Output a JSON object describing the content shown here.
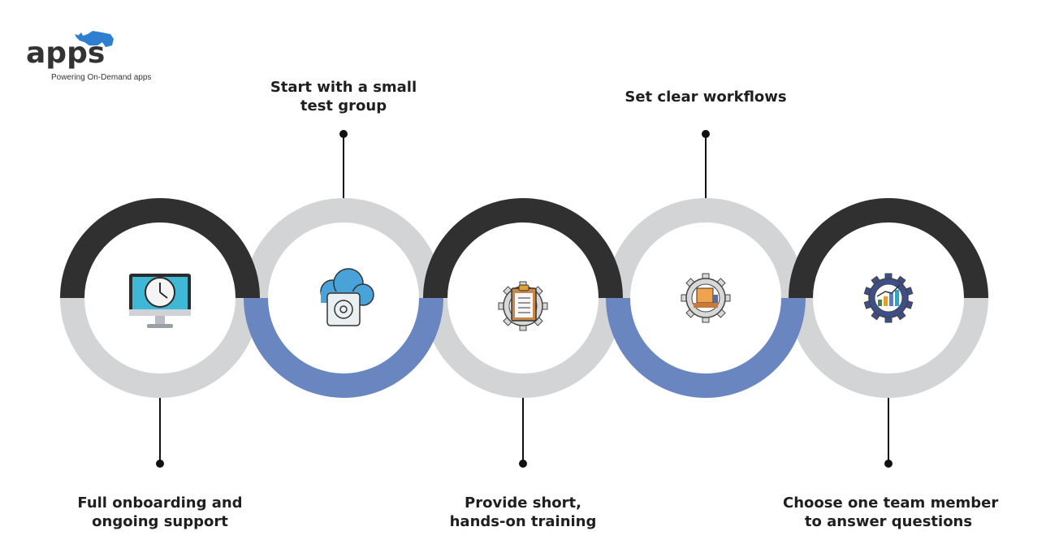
{
  "brand": {
    "name": "apps",
    "tagline": "Powering On-Demand apps",
    "colors": {
      "dark": "#333333",
      "blue": "#2f7fd1"
    }
  },
  "colors": {
    "dark_ring": "#303030",
    "light_ring": "#d3d4d5",
    "blue_ring": "#6a86c1",
    "connector": "#111111",
    "text": "#1f1f1f"
  },
  "steps": [
    {
      "lines": [
        "Full onboarding and",
        "ongoing support"
      ],
      "icon": "computer-clock-icon",
      "label_position": "bottom"
    },
    {
      "lines": [
        "Start with a small",
        "test group"
      ],
      "icon": "cloud-safe-icon",
      "label_position": "top"
    },
    {
      "lines": [
        "Provide short,",
        "hands-on training"
      ],
      "icon": "gear-clipboard-icon",
      "label_position": "bottom"
    },
    {
      "lines": [
        "Set clear workflows"
      ],
      "icon": "gear-box-icon",
      "label_position": "top"
    },
    {
      "lines": [
        "Choose one team member",
        "to answer questions"
      ],
      "icon": "gear-chart-icon",
      "label_position": "bottom"
    }
  ]
}
